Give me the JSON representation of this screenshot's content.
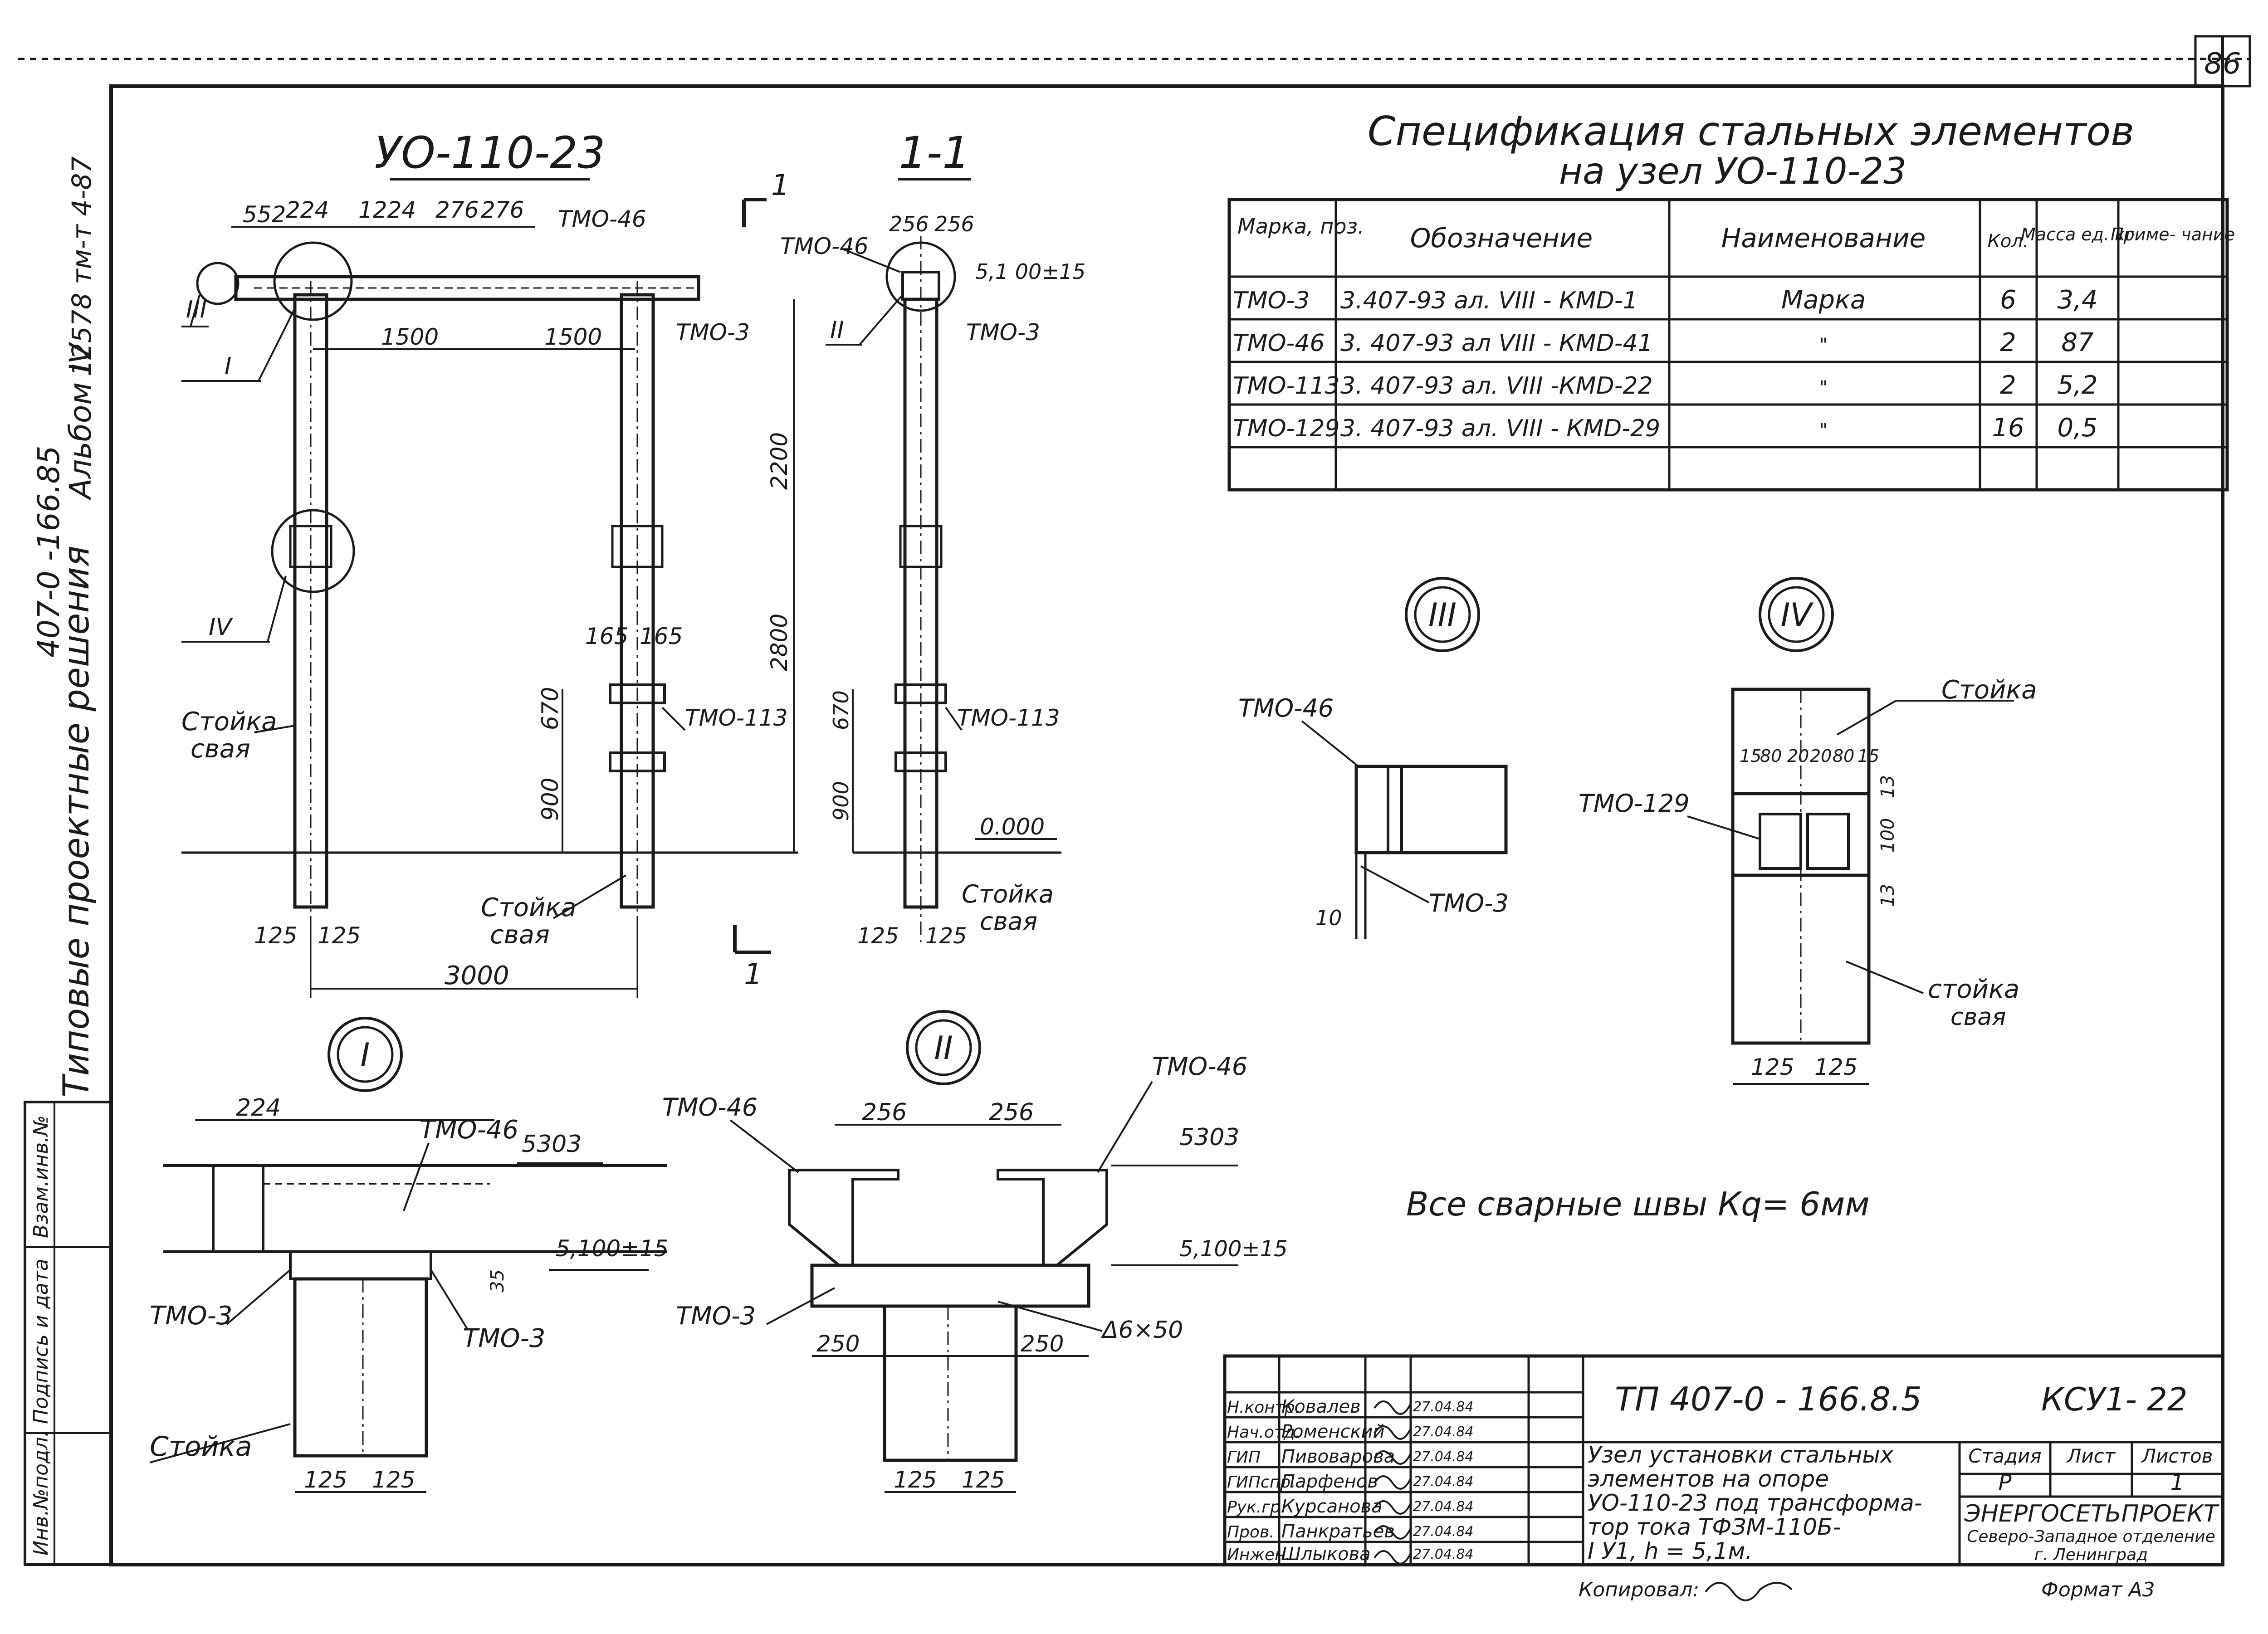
{
  "sheet": {
    "page_number": "86",
    "side_stamp_1": "407-0 -166.85",
    "side_stamp_2": "Альбом IV",
    "side_stamp_3": "12578 тм-т 4-87",
    "side_title": "Типовые проектные решения"
  },
  "left_column": [
    "Инв.№подл.",
    "Подпись и дата",
    "Взам.инв.№"
  ],
  "main_view": {
    "title": "УО-110-23",
    "dims_top": [
      "552",
      "224",
      "1224",
      "276",
      "276"
    ],
    "spans": [
      "1500",
      "1500"
    ],
    "heights": [
      "2200",
      "2800",
      "670",
      "900"
    ],
    "bottom_dims": [
      "125",
      "125",
      "165",
      "165"
    ],
    "overall_width": "3000",
    "callouts": [
      "III",
      "I",
      "IV"
    ],
    "labels": [
      "ТМО-46",
      "ТМО-3",
      "ТМО-113",
      "Стойка",
      "свая",
      "Стойка",
      "свая"
    ]
  },
  "section_view": {
    "title": "1-1",
    "cut_mark": "1",
    "dims": [
      "256",
      "256",
      "125",
      "125",
      "670",
      "900"
    ],
    "elevation": "5,1 00±15",
    "zero": "0.000",
    "callout": "II",
    "labels": [
      "ТМО-46",
      "ТМО-3",
      "ТМО-113",
      "Стойка",
      "свая"
    ]
  },
  "spec": {
    "title_line1": "Спецификация стальных элементов",
    "title_line2": "на узел УО-110-23",
    "headers": [
      "Марка, поз.",
      "Обозначение",
      "Наименование",
      "Кол.",
      "Масса ед. кг",
      "Приме- чание"
    ],
    "rows": [
      [
        "ТМО-3",
        "3.407-93 ал. VIII - КМD-1",
        "Марка",
        "6",
        "3,4",
        ""
      ],
      [
        "ТМО-46",
        "3. 407-93 ал VIII - КМD-41",
        "\"",
        "2",
        "87",
        ""
      ],
      [
        "ТМО-113",
        "3. 407-93 ал. VIII -КМD-22",
        "\"",
        "2",
        "5,2",
        ""
      ],
      [
        "ТМО-129",
        "3. 407-93 ал. VIII - КМD-29",
        "\"",
        "16",
        "0,5",
        ""
      ],
      [
        "",
        "",
        "",
        "",
        "",
        ""
      ]
    ]
  },
  "detail_III": {
    "mark": "III",
    "labels": [
      "ТМО-46",
      "ТМО-3"
    ],
    "dim": "10"
  },
  "detail_IV": {
    "mark": "IV",
    "labels": [
      "Стойка",
      "ТМО-129",
      "стойка",
      "свая"
    ],
    "dims_top": [
      "15",
      "80",
      "20",
      "20",
      "80",
      "15"
    ],
    "dims_side": [
      "13",
      "100",
      "13"
    ],
    "dims_bottom": [
      "125",
      "125"
    ]
  },
  "detail_I": {
    "mark": "I",
    "dim": "224",
    "elev1": "5303",
    "elev2": "5,100±15",
    "dim_side": "35",
    "labels": [
      "ТМО-46",
      "ТМО-3",
      "ТМО-3",
      "Стойка"
    ],
    "dims_bottom": [
      "125",
      "125"
    ]
  },
  "detail_II": {
    "mark": "II",
    "dims_top": [
      "256",
      "256"
    ],
    "elev1": "5303",
    "elev2": "5,100±15",
    "weld": "Δ6×50",
    "labels": [
      "ТМО-46",
      "ТМО-46",
      "ТМО-3"
    ],
    "dims_mid": [
      "250",
      "250"
    ],
    "dims_bottom": [
      "125",
      "125"
    ]
  },
  "note": "Все сварные швы Кq= 6мм",
  "title_block": {
    "doc_code": "ТП 407-0 - 166.8.5",
    "sheet_code": "КСУ1- 22",
    "roles": [
      "Н.контр.",
      "Нач.отд.",
      "ГИП",
      "ГИПспр.",
      "Рук.гр.",
      "Пров.",
      "Инжен."
    ],
    "names": [
      "Ковалев",
      "Роменский",
      "Пивоварова",
      "Парфенов",
      "Курсанова",
      "Панкратьев",
      "Шлыкова"
    ],
    "dates": [
      "27.04.84",
      "27.04.84",
      "27.04.84",
      "27.04.84",
      "27.04.84",
      "27.04.84",
      "27.04.84"
    ],
    "description": [
      "Узел установки стальных",
      "элементов на опоре",
      "УО-110-23 под трансформа-",
      "тор тока ТФЗМ-110Б-",
      "I У1, h = 5,1м."
    ],
    "stage_headers": [
      "Стадия",
      "Лист",
      "Листов"
    ],
    "stage_values": [
      "Р",
      "",
      "1"
    ],
    "org": "ЭНЕРГОСЕТЬПРОЕКТ",
    "org_sub1": "Северо-Западное отделение",
    "org_sub2": "г. Ленинград",
    "copied": "Копировал:",
    "format": "Формат А3"
  }
}
